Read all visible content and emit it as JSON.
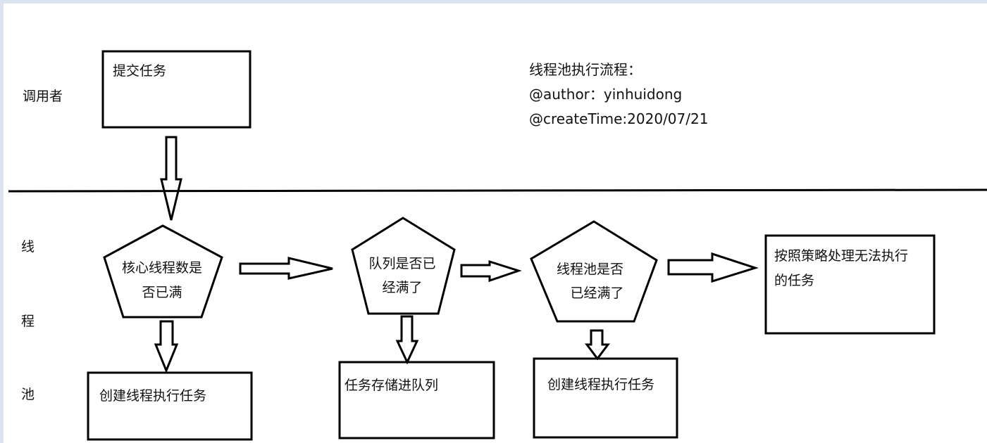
{
  "lanes": {
    "caller": "调用者",
    "pool_chars": [
      "线",
      "程",
      "池"
    ]
  },
  "info": {
    "title": "线程池执行流程：",
    "author": "@author：yinhuidong",
    "create_time": "@createTime:2020/07/21"
  },
  "nodes": {
    "submit_task": "提交任务",
    "core_full_line1": "核心线程数是",
    "core_full_line2": "否已满",
    "queue_full_line1": "队列是否已",
    "queue_full_line2": "经满了",
    "pool_full_line1": "线程池是否",
    "pool_full_line2": "已经满了",
    "reject_line1": "按照策略处理无法执行",
    "reject_line2": "的任务",
    "create_thread_1": "创建线程执行任务",
    "store_in_queue": "任务存储进队列",
    "create_thread_2": "创建线程执行任务"
  },
  "colors": {
    "stroke": "#000000",
    "frame": "#dbe3ee",
    "background": "#ffffff"
  }
}
